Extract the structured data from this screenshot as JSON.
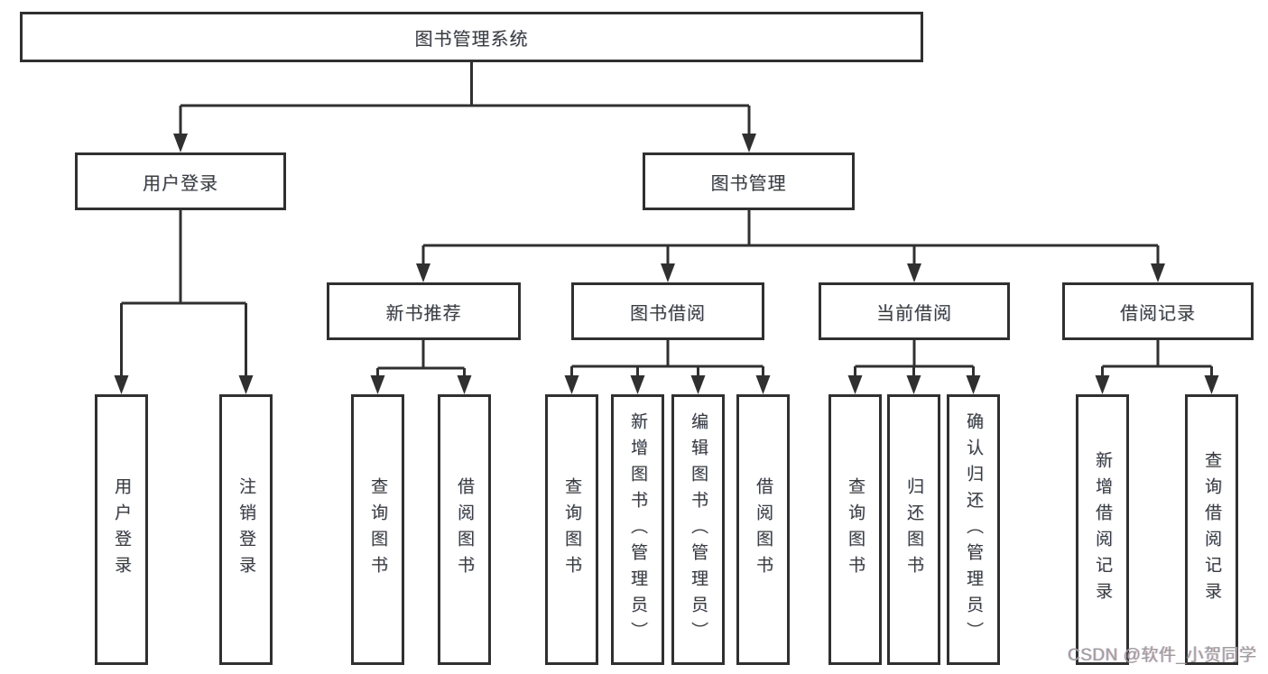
{
  "diagram": {
    "title": "图书管理系统",
    "root": {
      "label": "图书管理系统"
    },
    "level2": [
      {
        "id": "user-login",
        "label": "用户登录"
      },
      {
        "id": "book-management",
        "label": "图书管理"
      }
    ],
    "level3": [
      {
        "id": "new-book-recommend",
        "label": "新书推荐",
        "parent": "图书管理"
      },
      {
        "id": "book-borrow",
        "label": "图书借阅",
        "parent": "图书管理"
      },
      {
        "id": "current-borrow",
        "label": "当前借阅",
        "parent": "图书管理"
      },
      {
        "id": "borrow-records",
        "label": "借阅记录",
        "parent": "图书管理"
      }
    ],
    "leaves": [
      {
        "label": "用户登录",
        "parent": "用户登录"
      },
      {
        "label": "注销登录",
        "parent": "用户登录"
      },
      {
        "label": "查询图书",
        "parent": "新书推荐"
      },
      {
        "label": "借阅图书",
        "parent": "新书推荐"
      },
      {
        "label": "查询图书",
        "parent": "图书借阅"
      },
      {
        "label": "新增图书（管理员）",
        "parent": "图书借阅"
      },
      {
        "label": "编辑图书（管理员）",
        "parent": "图书借阅"
      },
      {
        "label": "借阅图书",
        "parent": "图书借阅"
      },
      {
        "label": "查询图书",
        "parent": "当前借阅"
      },
      {
        "label": "归还图书",
        "parent": "当前借阅"
      },
      {
        "label": "确认归还（管理员）",
        "parent": "当前借阅"
      },
      {
        "label": "新增借阅记录",
        "parent": "借阅记录"
      },
      {
        "label": "查询借阅记录",
        "parent": "借阅记录"
      }
    ]
  },
  "watermark": {
    "text": "CSDN @软件_小贺同学"
  },
  "colors": {
    "line": "#303030",
    "box_border": "#303030",
    "text": "#3c3c3c",
    "watermark": "#9c9c9c",
    "background": "#ffffff"
  }
}
